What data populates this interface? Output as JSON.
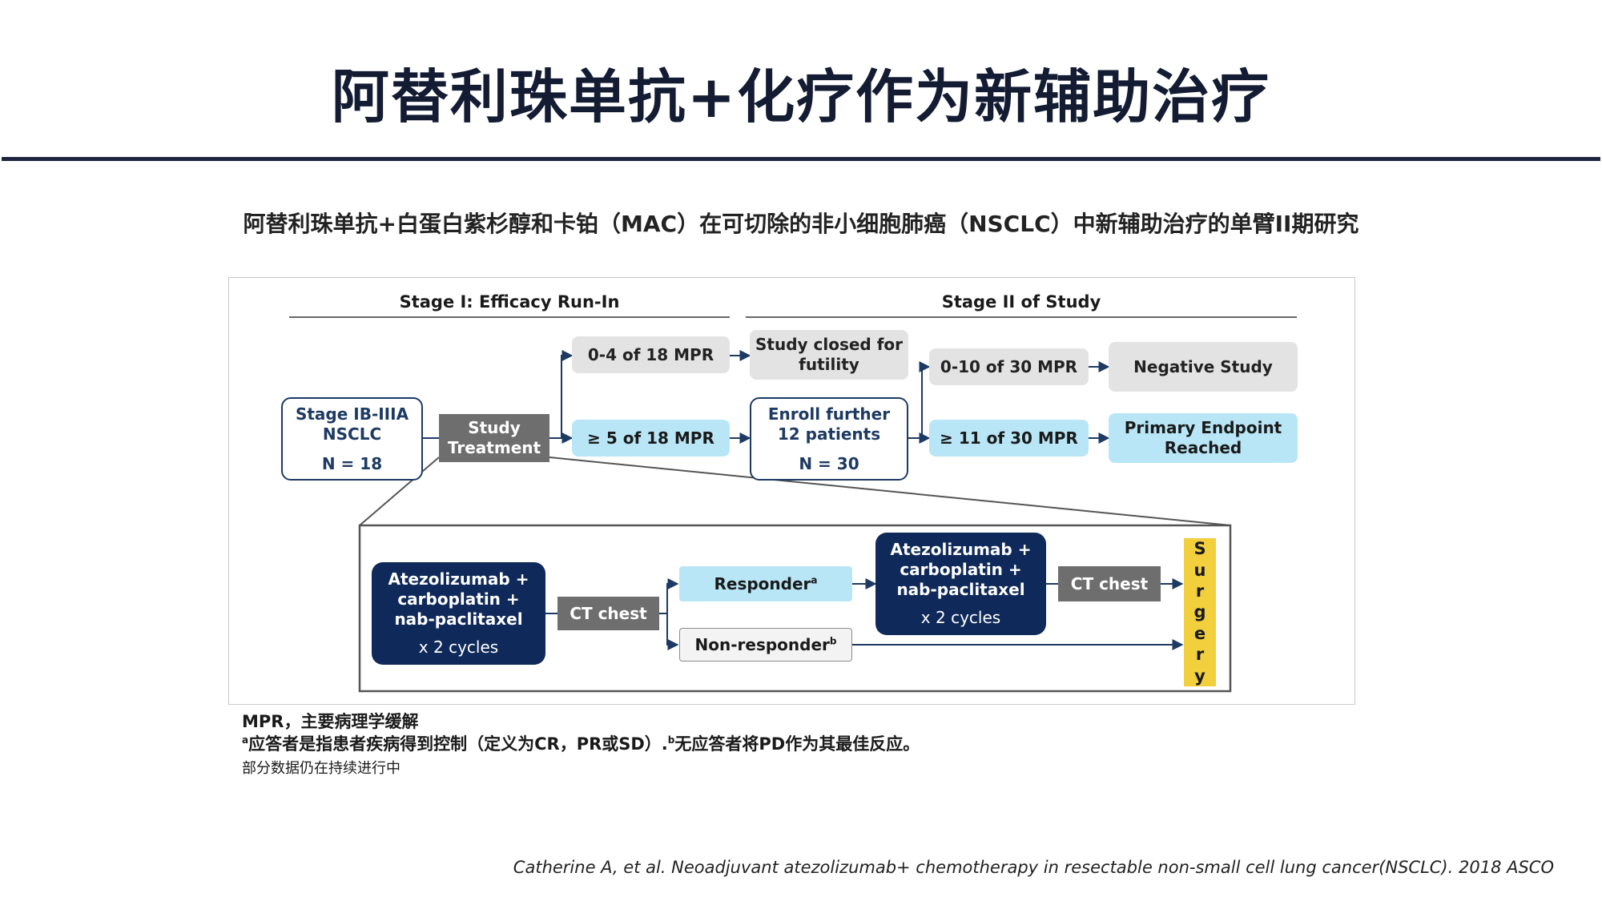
{
  "title": "阿替利珠单抗+化疗作为新辅助治疗",
  "subtitle": "阿替利珠单抗+白蛋白紫杉醇和卡铂（MAC）在可切除的非小细胞肺癌（NSCLC）中新辅助治疗的单臂II期研究",
  "diagram": {
    "stage1_label": "Stage I: Efficacy Run-In",
    "stage2_label": "Stage II of Study",
    "population": {
      "line1": "Stage IB-IIIA",
      "line2": "NSCLC",
      "n": "N = 18"
    },
    "study_treatment": {
      "line1": "Study",
      "line2": "Treatment"
    },
    "mpr_low_s1": "0-4 of 18 MPR",
    "mpr_high_s1": "≥ 5 of 18 MPR",
    "closed": {
      "line1": "Study closed for",
      "line2": "futility"
    },
    "enroll": {
      "line1": "Enroll further",
      "line2": "12 patients",
      "n": "N = 30"
    },
    "mpr_low_s2": "0-10 of 30 MPR",
    "mpr_high_s2": "≥ 11 of 30 MPR",
    "negative": "Negative Study",
    "primary": {
      "line1": "Primary Endpoint",
      "line2": "Reached"
    },
    "detail": {
      "regimen": {
        "line1": "Atezolizumab +",
        "line2": "carboplatin +",
        "line3": "nab-paclitaxel",
        "cycles": "x 2 cycles"
      },
      "ct_chest": "CT chest",
      "responder": "Responder",
      "responder_sup": "a",
      "nonresponder": "Non-responder",
      "nonresponder_sup": "b",
      "surgery_letters": [
        "S",
        "u",
        "r",
        "g",
        "e",
        "r",
        "y"
      ]
    }
  },
  "notes": {
    "mpr": "MPR，主要病理学缓解",
    "footnote_a_sup": "a",
    "footnote_a": "应答者是指患者疾病得到控制（定义为CR，PR或SD）.",
    "footnote_b_sup": "b",
    "footnote_b": "无应答者将PD作为其最佳反应。",
    "ongoing": "部分数据仍在持续进行中"
  },
  "citation": "Catherine A, et al. Neoadjuvant atezolizumab+ chemotherapy in resectable non-small cell lung cancer(NSCLC). 2018 ASCO"
}
